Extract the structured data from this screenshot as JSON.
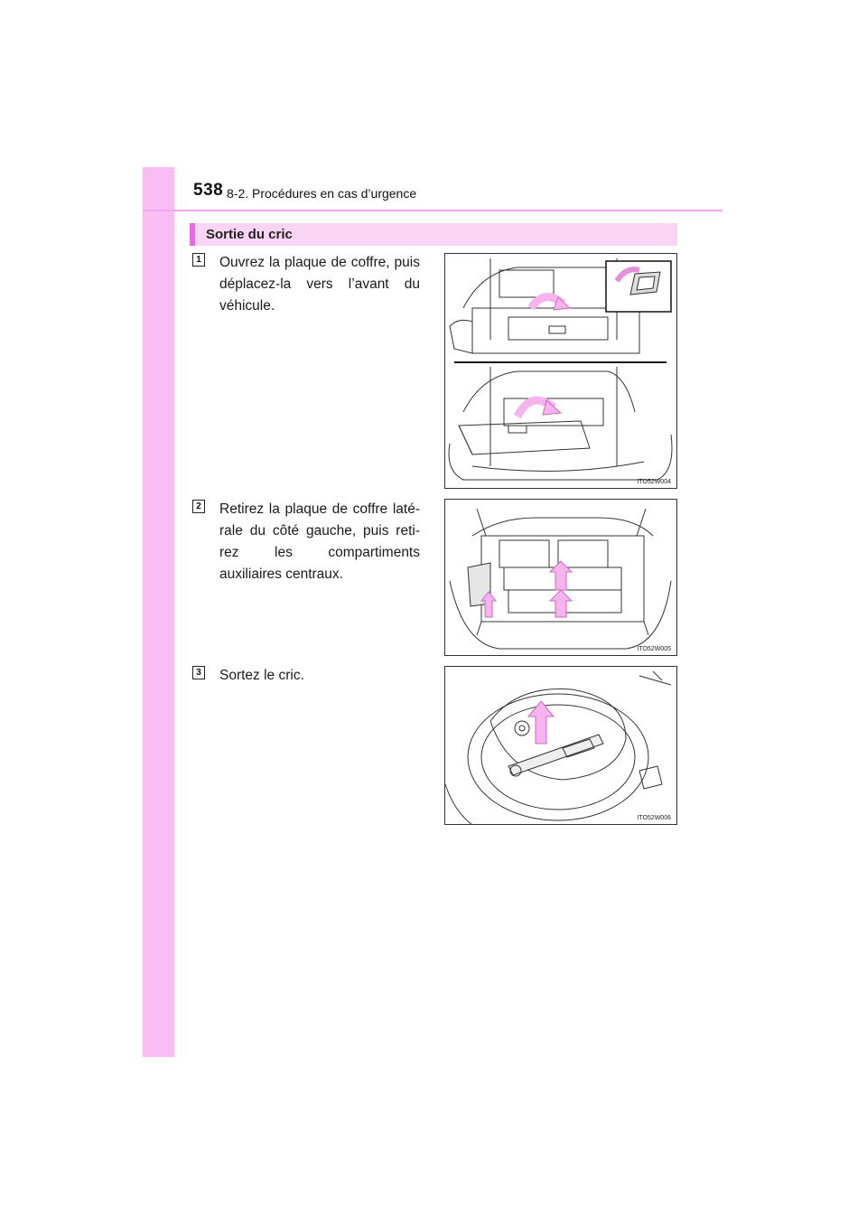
{
  "header": {
    "page_number": "538",
    "section": "8-2. Procédures en cas d’urgence"
  },
  "subsection": {
    "title": "Sortie du cric"
  },
  "steps": [
    {
      "number": "1",
      "text": "Ouvrez la plaque de coffre, puis déplacez-la vers l’avant du véhicule.",
      "figure_code": "ITO52W004"
    },
    {
      "number": "2",
      "text": "Retirez la plaque de coffre laté- rale du côté gauche, puis reti- rez les compartiments auxiliaires centraux.",
      "figure_code": "ITO52W005"
    },
    {
      "number": "3",
      "text": "Sortez le cric.",
      "figure_code": "ITO52W006"
    }
  ],
  "colors": {
    "band": "#f9bcf3",
    "rule": "#f4a6ec",
    "arrow": "#f6b3ee"
  }
}
